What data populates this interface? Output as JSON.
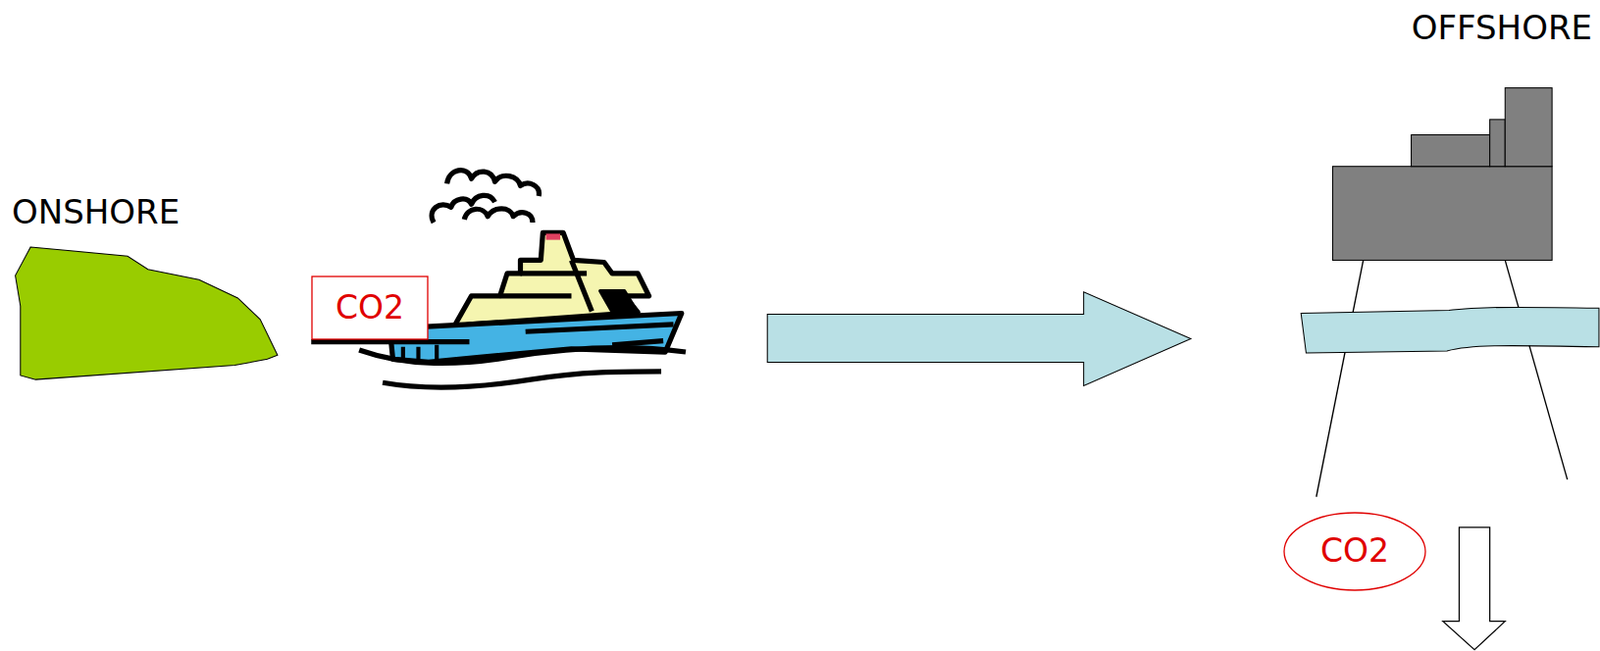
{
  "diagram": {
    "nodes": [
      {
        "text": [
          "CO2"
        ]
      },
      {
        "text": [
          "CO2"
        ]
      }
    ],
    "labels": [
      "ONSHORE",
      "OFFSHORE"
    ]
  }
}
